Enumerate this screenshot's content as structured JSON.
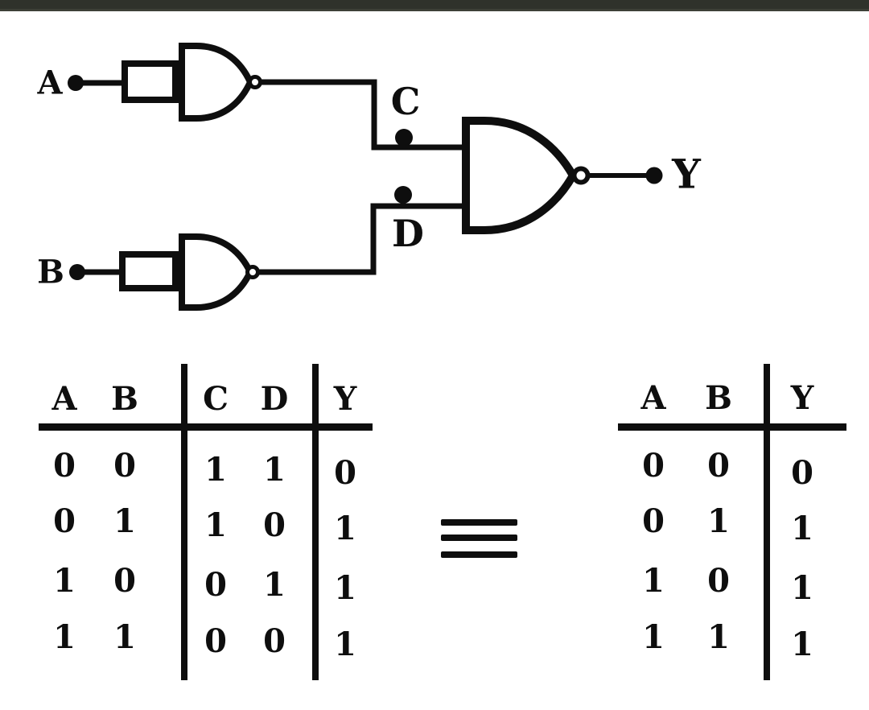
{
  "colors": {
    "ink": "#0e0e0e",
    "background": "#ffffff",
    "top_bar": "#2f322b"
  },
  "circuit": {
    "labels": {
      "a": "A",
      "b": "B",
      "c": "C",
      "d": "D",
      "y": "Y"
    }
  },
  "equivalence": {
    "symbol": "≡"
  },
  "tables": {
    "left": {
      "headers": [
        "A",
        "B",
        "C",
        "D",
        "Y"
      ],
      "rows": [
        [
          "0",
          "0",
          "1",
          "1",
          "0"
        ],
        [
          "0",
          "1",
          "1",
          "0",
          "1"
        ],
        [
          "1",
          "0",
          "0",
          "1",
          "1"
        ],
        [
          "1",
          "1",
          "0",
          "0",
          "1"
        ]
      ]
    },
    "right": {
      "headers": [
        "A",
        "B",
        "Y"
      ],
      "rows": [
        [
          "0",
          "0",
          "0"
        ],
        [
          "0",
          "1",
          "1"
        ],
        [
          "1",
          "0",
          "1"
        ],
        [
          "1",
          "1",
          "1"
        ]
      ]
    }
  }
}
